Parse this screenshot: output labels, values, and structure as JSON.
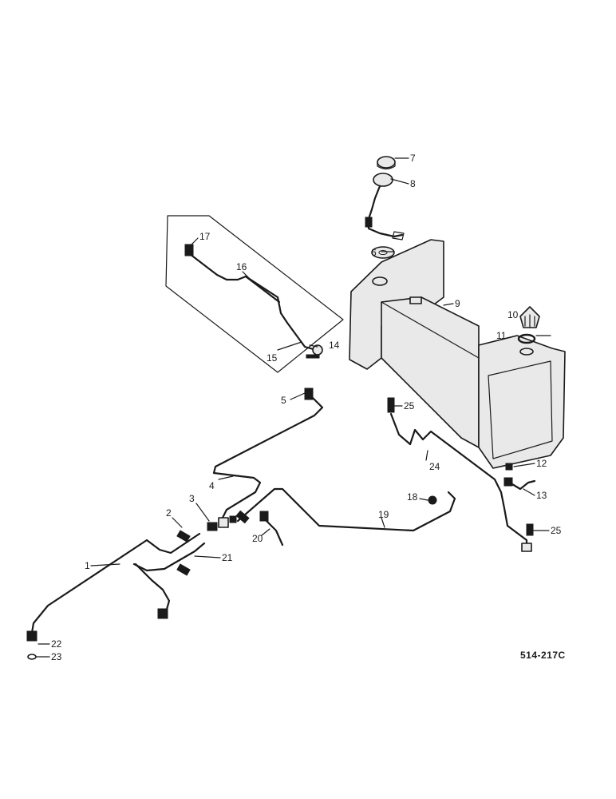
{
  "diagram_code": "514-217C",
  "callouts": [
    "1",
    "2",
    "3",
    "4",
    "5",
    "6",
    "7",
    "8",
    "9",
    "10",
    "11",
    "12",
    "13",
    "14",
    "15",
    "16",
    "17",
    "18",
    "19",
    "20",
    "21",
    "22",
    "23",
    "24",
    "25",
    "25"
  ]
}
